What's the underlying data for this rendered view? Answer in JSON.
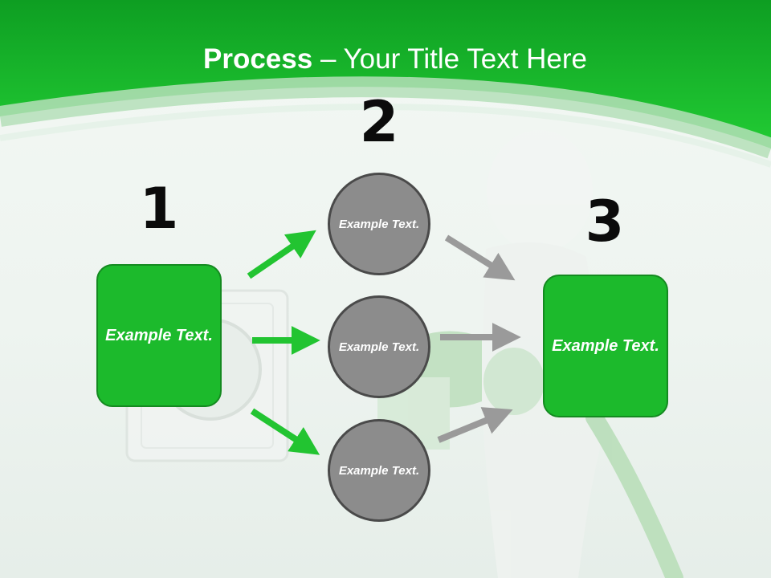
{
  "title": {
    "strong": "Process",
    "rest": " – Your Title Text Here"
  },
  "steps": {
    "one": {
      "number": "1",
      "text": "Example Text."
    },
    "two": {
      "number": "2",
      "nodes": [
        "Example Text.",
        "Example Text.",
        "Example Text."
      ]
    },
    "three": {
      "number": "3",
      "text": "Example Text."
    }
  },
  "colors": {
    "header_green": "#1cba2c",
    "box_green": "#1cba2c",
    "circle_gray": "#8c8c8c",
    "arrow_gray": "#999999"
  }
}
